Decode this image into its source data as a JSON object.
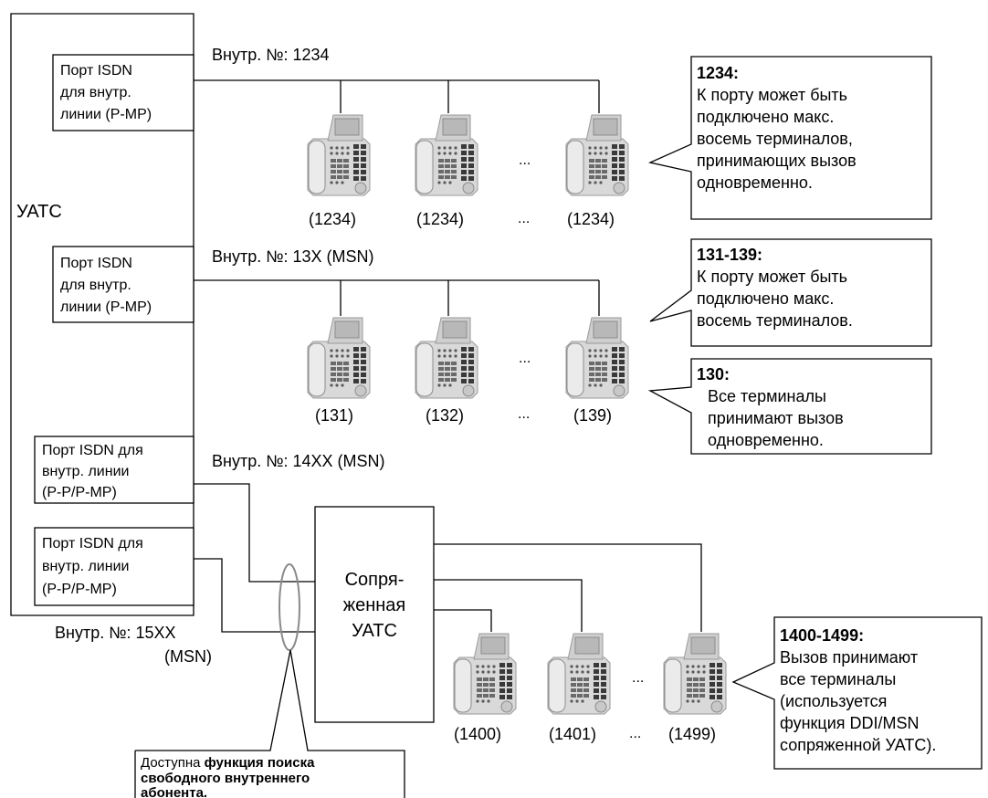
{
  "pbx_label": "УАТС",
  "port_labels": [
    [
      "Порт ISDN",
      "для внутр.",
      "линии (P-MP)"
    ],
    [
      "Порт ISDN",
      "для внутр.",
      "линии (P-MP)"
    ],
    [
      "Порт ISDN для",
      "внутр. линии",
      "(P-P/P-MP)"
    ],
    [
      "Порт ISDN для",
      "внутр. линии",
      "(P-P/P-MP)"
    ]
  ],
  "ext_labels": {
    "ext1": "Внутр. №: 1234",
    "ext2": "Внутр. №: 13X (MSN)",
    "ext3": "Внутр. №: 14XX (MSN)",
    "ext4_line1": "Внутр. №: 15XX",
    "ext4_line2": "(MSN)"
  },
  "row1_numbers": [
    "(1234)",
    "(1234)",
    "(1234)"
  ],
  "row2_numbers": [
    "(131)",
    "(132)",
    "(139)"
  ],
  "row3_numbers": [
    "(1400)",
    "(1401)",
    "(1499)"
  ],
  "ellipsis": "...",
  "connected_pbx": [
    "Сопря-",
    "женная",
    "УАТС"
  ],
  "callouts": {
    "c1": {
      "title": "1234:",
      "lines": [
        "К порту может быть",
        "подключено макс.",
        "восемь терминалов,",
        "принимающих вызов",
        "одновременно."
      ]
    },
    "c2": {
      "title": "131-139:",
      "lines": [
        "К порту может быть",
        "подключено макс.",
        "восемь терминалов."
      ]
    },
    "c3": {
      "title": "130:",
      "lines": [
        "Все терминалы",
        "принимают вызов",
        "одновременно."
      ]
    },
    "c4": {
      "title": "1400-1499:",
      "lines": [
        "Вызов принимают",
        "все терминалы",
        "(используется",
        "функция DDI/MSN",
        "сопряженной УАТС)."
      ]
    }
  },
  "bottom_note": {
    "prefix": "Доступна ",
    "bold1": "функция поиска",
    "bold2": "свободного внутреннего",
    "bold3": "абонента."
  }
}
